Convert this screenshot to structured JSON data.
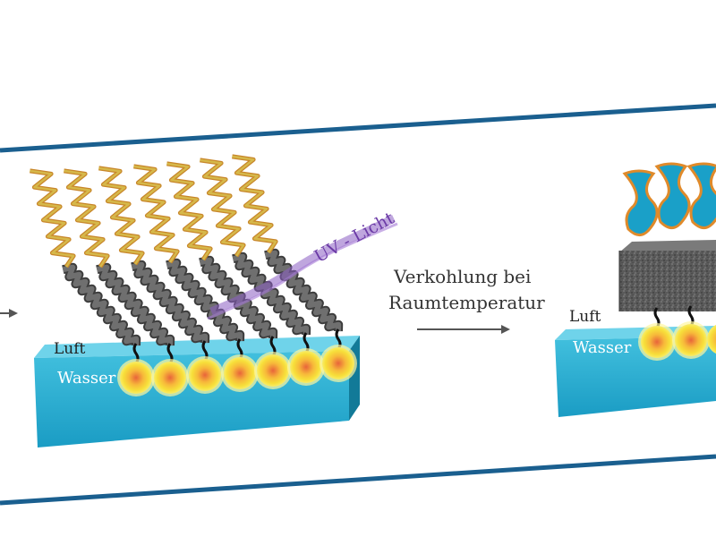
{
  "diagram": {
    "left_panel": {
      "air_label": "Luft",
      "water_label": "Wasser",
      "uv_label": "UV - Licht"
    },
    "process": {
      "line1": "Verkohlung bei",
      "line2": "Raumtemperatur"
    },
    "right_panel": {
      "air_label": "Luft",
      "water_label": "Wasser"
    },
    "colors": {
      "frame": "#1a5f8f",
      "water": "#1aa8cc",
      "uv": "#8a5cc2",
      "bead": "#f7dc3a",
      "chain": "#6f6f6f",
      "zigzag": "#d6b84a",
      "hydrophilic": "#1aa0c8"
    }
  }
}
